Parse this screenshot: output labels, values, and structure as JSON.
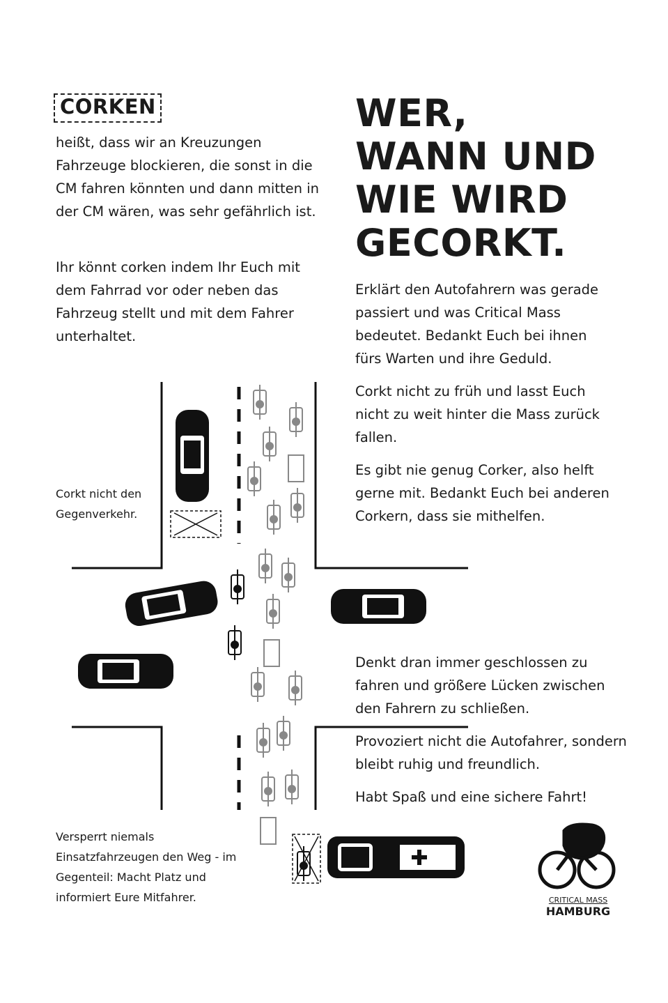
{
  "left": {
    "title": "CORKEN",
    "para1": "heißt, dass wir an Kreuzungen Fahrzeuge blockieren, die sonst in die CM fahren könnten und dann mitten in der CM wären, was sehr gefährlich ist.",
    "para2": "Ihr könnt corken indem Ihr Euch mit dem Fahrrad vor oder neben das Fahrzeug stellt und mit dem Fahrer unterhaltet."
  },
  "right": {
    "heading": [
      "WER,",
      "WANN UND",
      "WIE WIRD",
      "GECORKT."
    ],
    "para1": "Erklärt den Autofahrern was gerade passiert und was Critical Mass bedeutet. Bedankt Euch bei ihnen fürs Warten und ihre Geduld.",
    "para2": "Corkt nicht zu früh und lasst Euch nicht zu weit hinter die Mass zurück fallen.",
    "para3": "Es gibt nie genug Corker, also helft gerne mit. Bedankt Euch bei anderen Corkern, dass sie mithelfen.",
    "para4": "Denkt dran immer geschlossen zu fahren und größere Lücken zwischen den Fahrern zu schließen.",
    "para5": "Provoziert nicht die Autofahrer, sondern bleibt ruhig und freundlich.",
    "para6": "Habt Spaß und eine sichere Fahrt!"
  },
  "captions": {
    "oncoming": "Corkt nicht den Gegenverkehr.",
    "emergency": "Versperrt niemals Einsatzfahrzeugen den Weg - im Gegenteil: Macht Platz und informiert Eure Mitfahrer."
  },
  "logo": {
    "line1": "CRITICAL MASS",
    "line2": "HAMBURG"
  }
}
